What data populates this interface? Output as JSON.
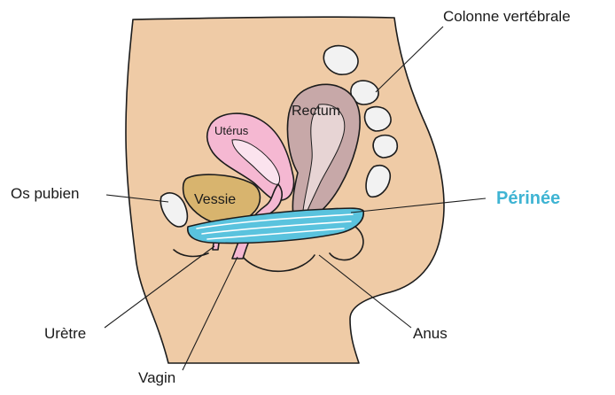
{
  "colors": {
    "skin": "#EFCBA6",
    "perineum": "#5AC3DE",
    "perineum_label": "#3FB4D3",
    "bladder": "#D8B46E",
    "uterus": "#F5B8D2",
    "rectum": "#C7A8A8",
    "bone": "#F2F2F2"
  },
  "labels": {
    "spine": "Colonne vertébrale",
    "pubic_bone": "Os pubien",
    "perineum": "Périnée",
    "urethra": "Urètre",
    "vagina": "Vagin",
    "anus": "Anus"
  },
  "organs": {
    "rectum": "Rectum",
    "uterus": "Utérus",
    "bladder": "Vessie"
  }
}
